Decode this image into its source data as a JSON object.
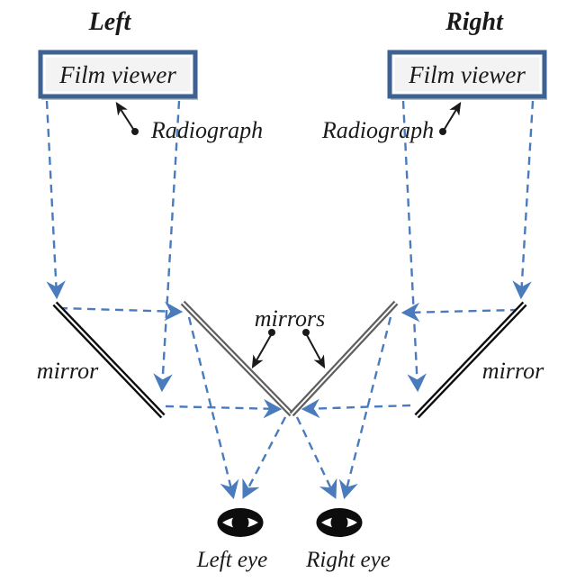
{
  "diagram": {
    "title": "Stereoscopic radiograph mirror viewer diagram",
    "labels": {
      "left_title": "Left",
      "right_title": "Right",
      "film_viewer_left": "Film viewer",
      "film_viewer_right": "Film viewer",
      "radiograph_left": "Radiograph",
      "radiograph_right": "Radiograph",
      "mirror_left": "mirror",
      "mirror_right": "mirror",
      "mirrors_center": "mirrors",
      "left_eye": "Left eye",
      "right_eye": "Right eye"
    },
    "colors": {
      "ray_blue": "#4a7cbd",
      "box_border_blue": "#3d6191",
      "box_fill": "#f3f3f3",
      "box_shadow_gray": "#b9bcc0",
      "outer_mirror_black": "#0d0d0d",
      "central_mirror_gray": "#5f5f5f",
      "annotation_black": "#1a1a1a",
      "background": "#ffffff"
    }
  }
}
